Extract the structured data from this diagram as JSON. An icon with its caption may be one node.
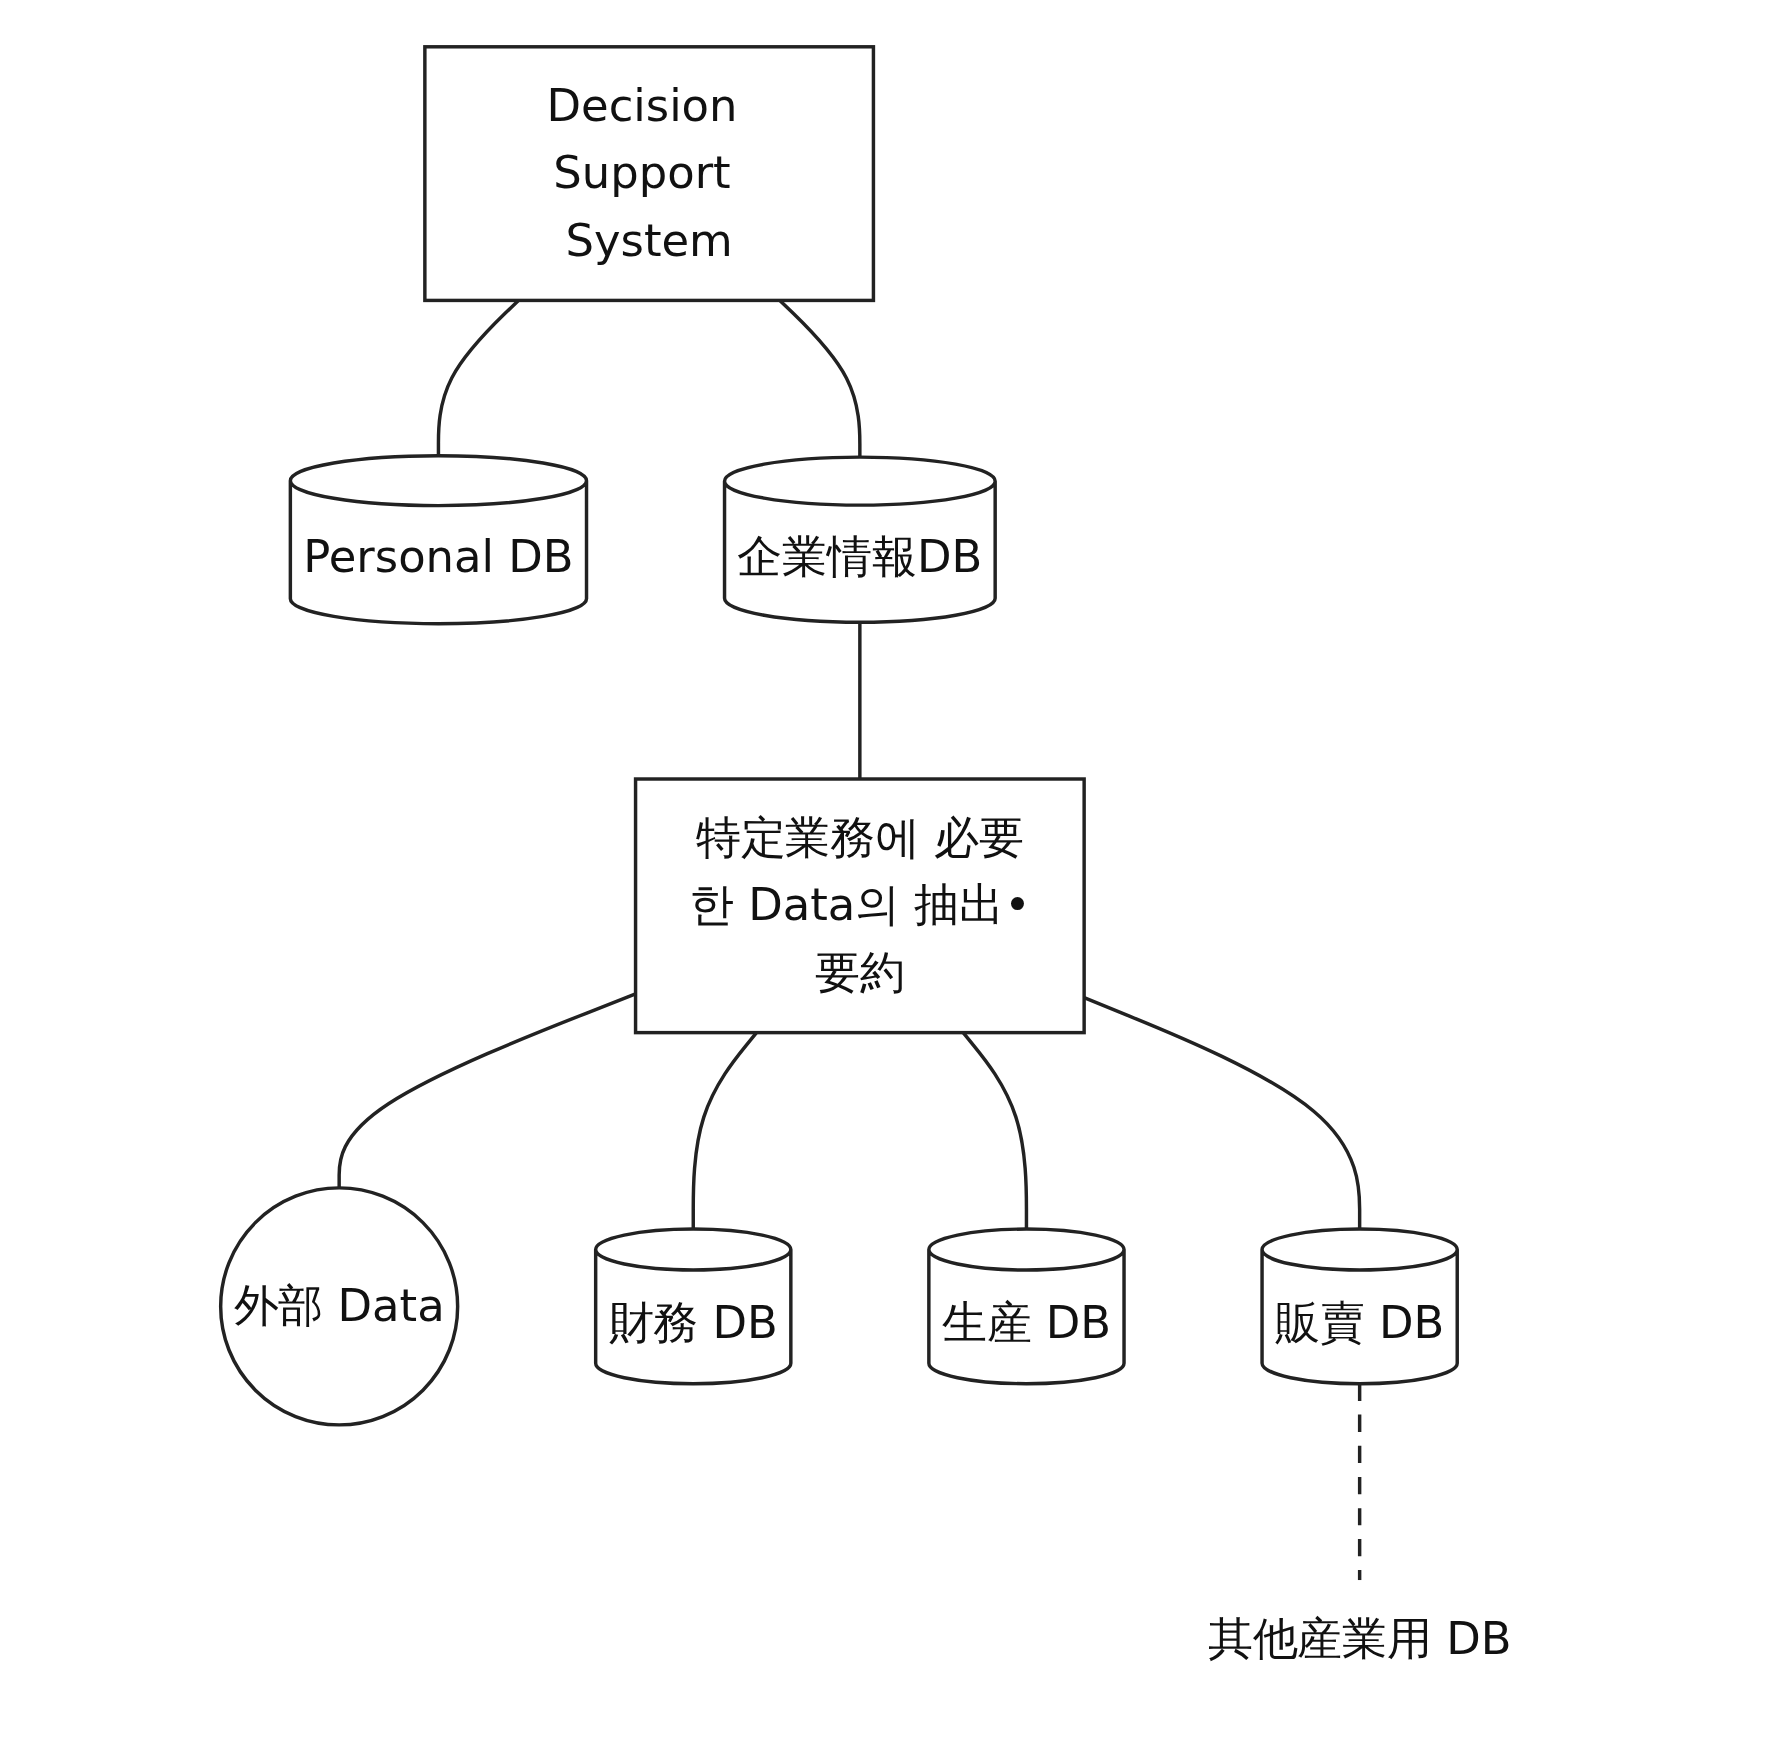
{
  "diagram": {
    "nodes": [
      {
        "text": [
          "Decision Support System"
        ]
      },
      {
        "text": [
          "Personal DB"
        ]
      },
      {
        "text": [
          "企業情報DB"
        ]
      },
      {
        "text": [
          "特定業務에 必要한 Data의 抽出•要約"
        ]
      },
      {
        "text": [
          "外部 Data"
        ]
      },
      {
        "text": [
          "財務 DB"
        ]
      },
      {
        "text": [
          "生産 DB"
        ]
      },
      {
        "text": [
          "販賣 DB"
        ]
      },
      {
        "text": [
          "其他産業用 DB"
        ]
      }
    ],
    "edges": [
      {
        "from": 0,
        "to": 1,
        "arrow": "none"
      },
      {
        "from": 0,
        "to": 2,
        "arrow": "none"
      },
      {
        "from": 2,
        "to": 3,
        "arrow": "none"
      },
      {
        "from": 3,
        "to": 4,
        "arrow": "none"
      },
      {
        "from": 3,
        "to": 5,
        "arrow": "none"
      },
      {
        "from": 3,
        "to": 6,
        "arrow": "none"
      },
      {
        "from": 3,
        "to": 7,
        "arrow": "none"
      },
      {
        "from": 7,
        "to": 8,
        "arrow": "none",
        "style": "dashed"
      }
    ]
  }
}
